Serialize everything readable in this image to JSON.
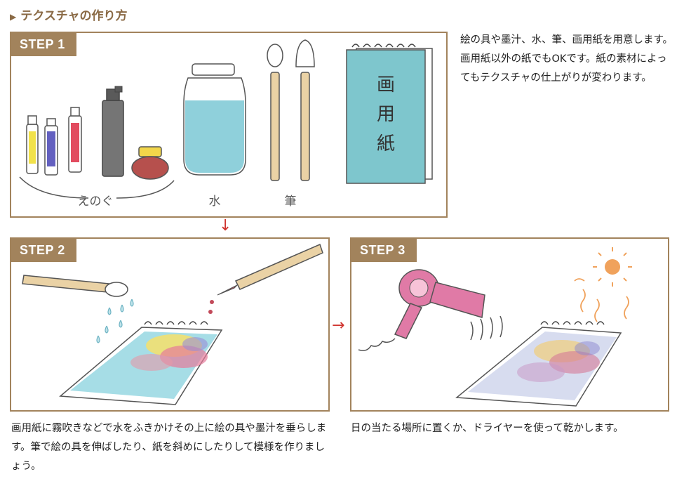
{
  "header": {
    "marker": "▶",
    "title": "テクスチャの作り方"
  },
  "steps": [
    {
      "label": "STEP 1",
      "captions": [
        "えのぐ",
        "水",
        "筆"
      ],
      "pad_text": "画用紙",
      "description": "絵の具や墨汁、水、筆、画用紙を用意します。画用紙以外の紙でもOKです。紙の素材によってもテクスチャの仕上がりが変わります。"
    },
    {
      "label": "STEP 2",
      "description": "画用紙に霧吹きなどで水をふきかけその上に絵の具や墨汁を垂らします。筆で絵の具を伸ばしたり、紙を斜めにしたりして模様を作りましょう。"
    },
    {
      "label": "STEP 3",
      "description": "日の当たる場所に置くか、ドライヤーを使って乾かします。"
    }
  ],
  "arrows": {
    "down": "↓",
    "right": "→"
  },
  "colors": {
    "accent": "#a2835c",
    "arrow": "#d0342f",
    "water": "#8fd0db",
    "dryer": "#e07aa6",
    "sun": "#f0a25c"
  },
  "icons": [
    "paint-tube-icon",
    "ink-bottle-icon",
    "water-jar-icon",
    "brush-icon",
    "sketchbook-icon",
    "hair-dryer-icon",
    "sun-icon"
  ]
}
